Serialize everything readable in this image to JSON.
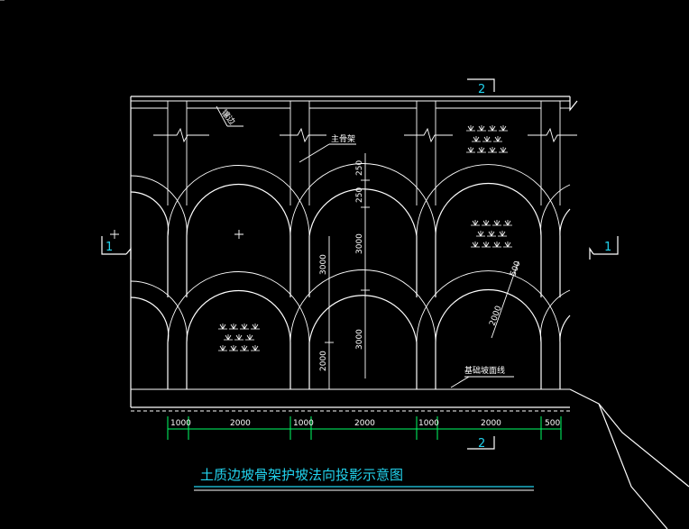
{
  "title": "土质边坡骨架护坡法向投影示意图",
  "section_marks": {
    "top": "2",
    "bottom": "2",
    "left": "1",
    "right": "1"
  },
  "labels": {
    "edging": "镶边",
    "frame": "主骨架",
    "slope_base": "基础坡面线"
  },
  "dims_bottom": [
    "1000",
    "2000",
    "1000",
    "2000",
    "1000",
    "2000",
    "500"
  ],
  "dims_vertical_right": [
    "250",
    "250",
    "3000",
    "3000"
  ],
  "dims_vertical_left": [
    "3000",
    "2000"
  ],
  "dims_arch": [
    "500",
    "2000"
  ],
  "colors": {
    "background": "#000000",
    "lines": "#ffffff",
    "dimension": "#00ff66",
    "annotation": "#22d3ee"
  }
}
